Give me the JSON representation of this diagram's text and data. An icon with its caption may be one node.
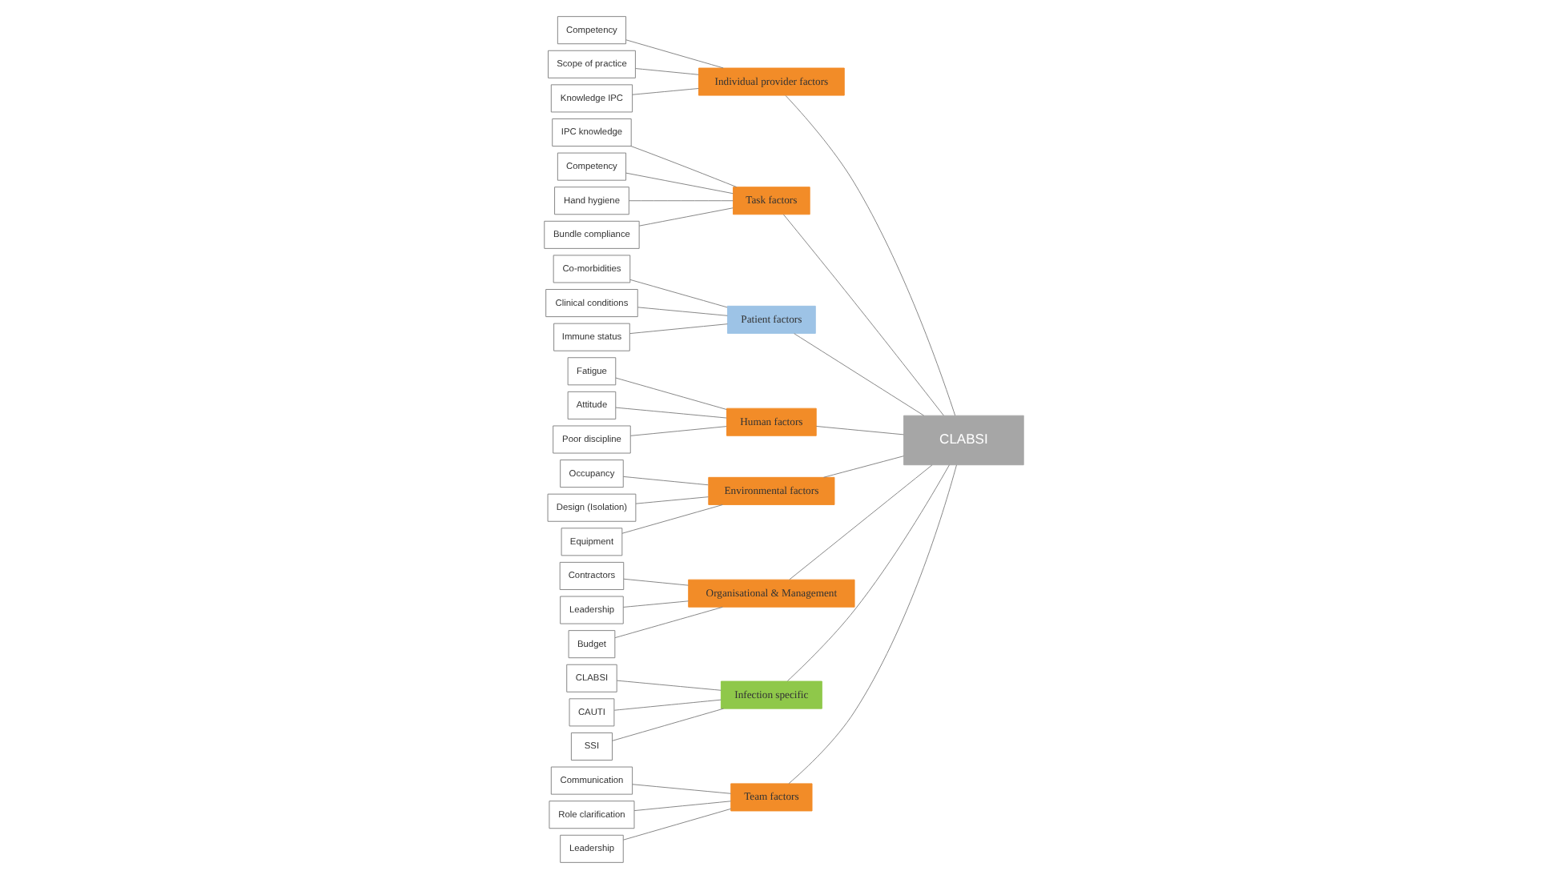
{
  "diagram": {
    "nodes": [
      {
        "text": [
          "Team factors"
        ]
      },
      {
        "text": [
          "Individual provider factors"
        ]
      },
      {
        "text": [
          "Task factors"
        ]
      },
      {
        "text": [
          "Patient factors"
        ]
      },
      {
        "text": [
          "Communication"
        ]
      },
      {
        "text": [
          "Role clarification"
        ]
      },
      {
        "text": [
          "Leadership"
        ]
      },
      {
        "text": [
          "Competency"
        ]
      },
      {
        "text": [
          "Scope of practice"
        ]
      },
      {
        "text": [
          "Knowledge IPC"
        ]
      },
      {
        "text": [
          "IPC knowledge"
        ]
      },
      {
        "text": [
          "Competency"
        ]
      },
      {
        "text": [
          "Hand hygiene"
        ]
      },
      {
        "text": [
          "Bundle compliance"
        ]
      },
      {
        "text": [
          "Co-morbidities"
        ]
      },
      {
        "text": [
          "Clinical conditions"
        ]
      },
      {
        "text": [
          "Immune status"
        ]
      },
      {
        "text": [
          "CLABSI"
        ]
      },
      {
        "text": [
          "Fatigue"
        ]
      },
      {
        "text": [
          "Attitude"
        ]
      },
      {
        "text": [
          "Poor discipline"
        ]
      },
      {
        "text": [
          "Occupancy"
        ]
      },
      {
        "text": [
          "Design (Isolation)"
        ]
      },
      {
        "text": [
          "Equipment"
        ]
      },
      {
        "text": [
          "Contractors"
        ]
      },
      {
        "text": [
          "Leadership"
        ]
      },
      {
        "text": [
          "Budget"
        ]
      },
      {
        "text": [
          "CLABSI"
        ]
      },
      {
        "text": [
          "CAUTI"
        ]
      },
      {
        "text": [
          "SSI"
        ]
      },
      {
        "text": [
          "Human factors"
        ]
      },
      {
        "text": [
          "Environmental factors"
        ]
      },
      {
        "text": [
          "Organisational & Management"
        ]
      },
      {
        "text": [
          "Infection specific"
        ]
      }
    ],
    "edges": [
      {
        "from": 4,
        "to": 0,
        "arrow": "none"
      },
      {
        "from": 5,
        "to": 0,
        "arrow": "none"
      },
      {
        "from": 6,
        "to": 0,
        "arrow": "none"
      },
      {
        "from": 7,
        "to": 1,
        "arrow": "none"
      },
      {
        "from": 8,
        "to": 1,
        "arrow": "none"
      },
      {
        "from": 9,
        "to": 1,
        "arrow": "none"
      },
      {
        "from": 10,
        "to": 2,
        "arrow": "none"
      },
      {
        "from": 11,
        "to": 2,
        "arrow": "none"
      },
      {
        "from": 12,
        "to": 2,
        "arrow": "none"
      },
      {
        "from": 13,
        "to": 2,
        "arrow": "none"
      },
      {
        "from": 14,
        "to": 3,
        "arrow": "none"
      },
      {
        "from": 15,
        "to": 3,
        "arrow": "none"
      },
      {
        "from": 16,
        "to": 3,
        "arrow": "none"
      },
      {
        "from": 18,
        "to": 30,
        "arrow": "none"
      },
      {
        "from": 19,
        "to": 30,
        "arrow": "none"
      },
      {
        "from": 20,
        "to": 30,
        "arrow": "none"
      },
      {
        "from": 21,
        "to": 31,
        "arrow": "none"
      },
      {
        "from": 22,
        "to": 31,
        "arrow": "none"
      },
      {
        "from": 23,
        "to": 31,
        "arrow": "none"
      },
      {
        "from": 24,
        "to": 32,
        "arrow": "none"
      },
      {
        "from": 25,
        "to": 32,
        "arrow": "none"
      },
      {
        "from": 26,
        "to": 32,
        "arrow": "none"
      },
      {
        "from": 27,
        "to": 33,
        "arrow": "none"
      },
      {
        "from": 28,
        "to": 33,
        "arrow": "none"
      },
      {
        "from": 29,
        "to": 33,
        "arrow": "none"
      },
      {
        "from": 0,
        "to": 17,
        "arrow": "none"
      },
      {
        "from": 1,
        "to": 17,
        "arrow": "none"
      },
      {
        "from": 2,
        "to": 17,
        "arrow": "none"
      },
      {
        "from": 3,
        "to": 17,
        "arrow": "none"
      },
      {
        "from": 30,
        "to": 17,
        "arrow": "none"
      },
      {
        "from": 31,
        "to": 17,
        "arrow": "none"
      },
      {
        "from": 32,
        "to": 17,
        "arrow": "none"
      },
      {
        "from": 33,
        "to": 17,
        "arrow": "none"
      }
    ]
  }
}
